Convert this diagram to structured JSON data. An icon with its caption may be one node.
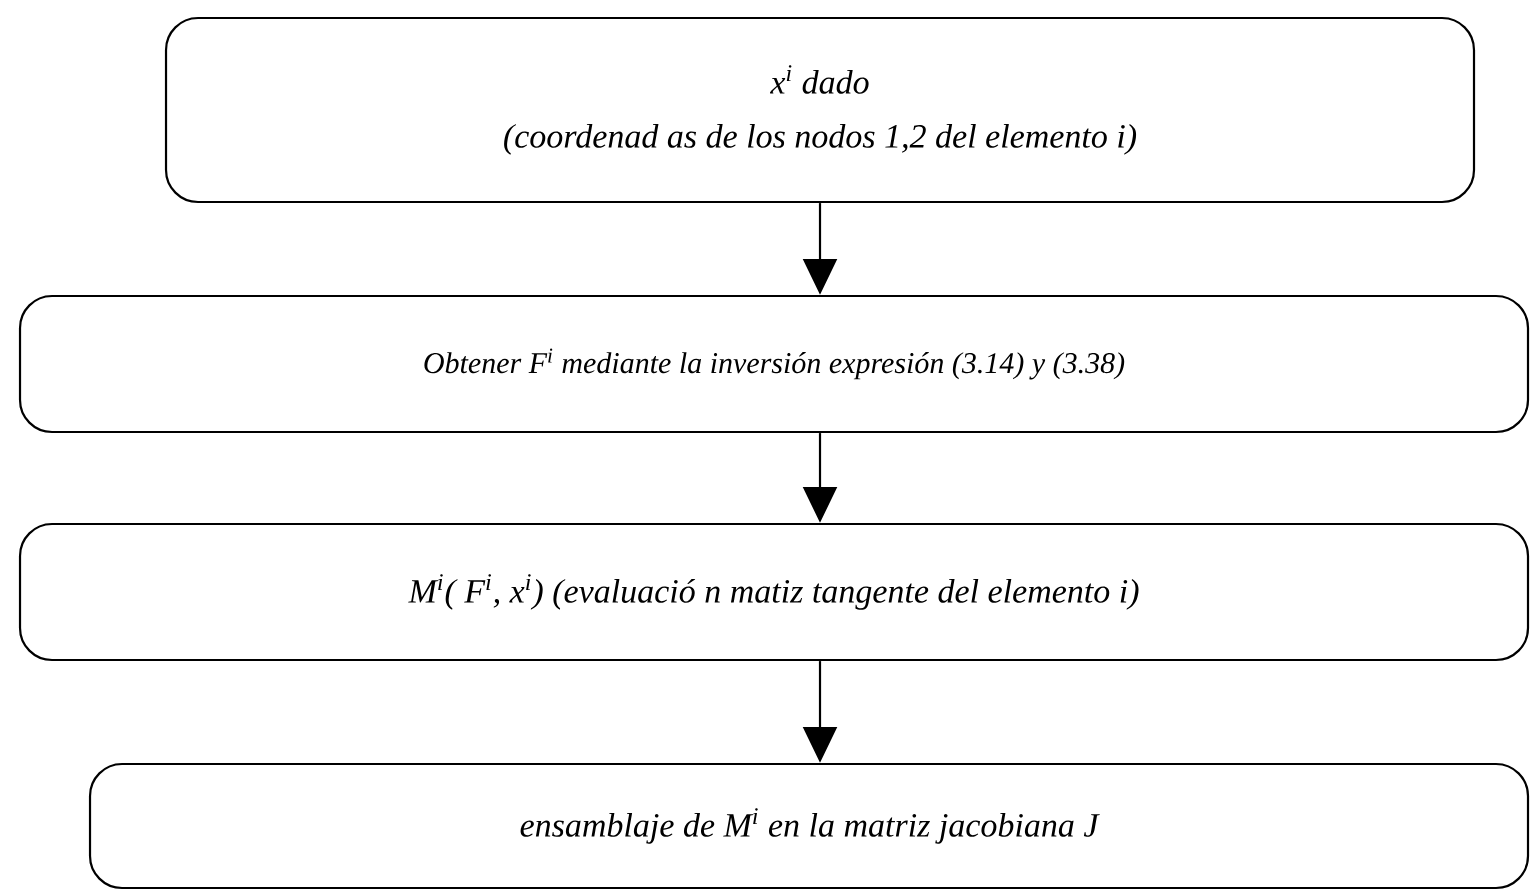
{
  "diagram": {
    "nodes": [
      {
        "text": [
          "x$^{i}$ dado",
          "(coordenad as de los nodos 1,2 del elemento i)"
        ]
      },
      {
        "text": [
          "Obtener F$^{i}$ mediante la inversión expresión (3.14) y (3.38)"
        ]
      },
      {
        "text": [
          "M$^{i}$( F$^{i}$, x$^{i}$) (evaluació n matiz tangente del elemento i)"
        ]
      },
      {
        "text": [
          "ensamblaje de M$^{i}$ en la matriz jacobiana J"
        ]
      }
    ],
    "edges": [
      {
        "from": 0,
        "to": 1,
        "arrow": "to"
      },
      {
        "from": 1,
        "to": 2,
        "arrow": "to"
      },
      {
        "from": 2,
        "to": 3,
        "arrow": "to"
      }
    ]
  }
}
